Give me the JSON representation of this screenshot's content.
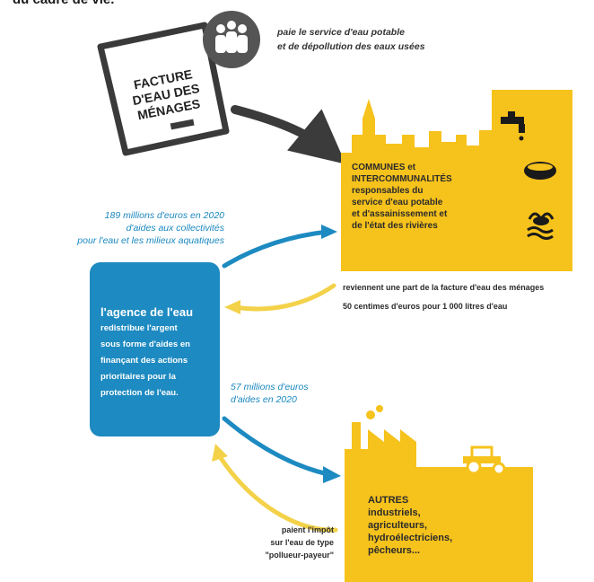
{
  "header_cut_text": "du cadre de vie.",
  "bottom_cut_text": "",
  "facture": {
    "lines": [
      "FACTURE",
      "D'EAU DES",
      "MÉNAGES"
    ]
  },
  "households": {
    "line1": "paie le service d'eau potable",
    "line2": "et de dépollution des eaux usées"
  },
  "communes": {
    "heading1": "COMMUNES et",
    "heading2": "INTERCOMMUNALITÉS",
    "body1": "responsables du",
    "body2": "service d'eau potable",
    "body3": "et d'assainissement et",
    "body4": "de l'état des rivières"
  },
  "revenue": {
    "line1": "reviennent une part de la facture d'eau des ménages",
    "line2": "50 centimes d'euros pour 1 000 litres d'eau"
  },
  "aides1": {
    "line1": "189 millions d'euros en 2020",
    "line2": "d'aides aux collectivités",
    "line3": "pour l'eau et les milieux aquatiques"
  },
  "agence": {
    "title": "l'agence de l'eau",
    "body1": "redistribue l'argent",
    "body2": "sous forme d'aides en",
    "body3": "finançant des actions",
    "body4": "prioritaires pour la",
    "body5": "protection de l'eau."
  },
  "aides2": {
    "line1": "57 millions d'euros",
    "line2": "d'aides en 2020"
  },
  "autres": {
    "heading": "AUTRES",
    "line1": "industriels,",
    "line2": "agriculteurs,",
    "line3": "hydroélectriciens,",
    "line4": "pêcheurs..."
  },
  "impot": {
    "line1": "paient l'impôt",
    "line2": "sur l'eau de type",
    "line3": "\"pollueur-payeur\""
  },
  "colors": {
    "blue": "#1d8ac1",
    "yellow": "#f6c21c",
    "yellow_light": "#f3d24a",
    "dark": "#3b3b3b"
  },
  "icons": [
    "people-icon",
    "tap-icon",
    "fish-icon",
    "wave-icon",
    "factory-icon",
    "tractor-icon",
    "document-icon"
  ]
}
